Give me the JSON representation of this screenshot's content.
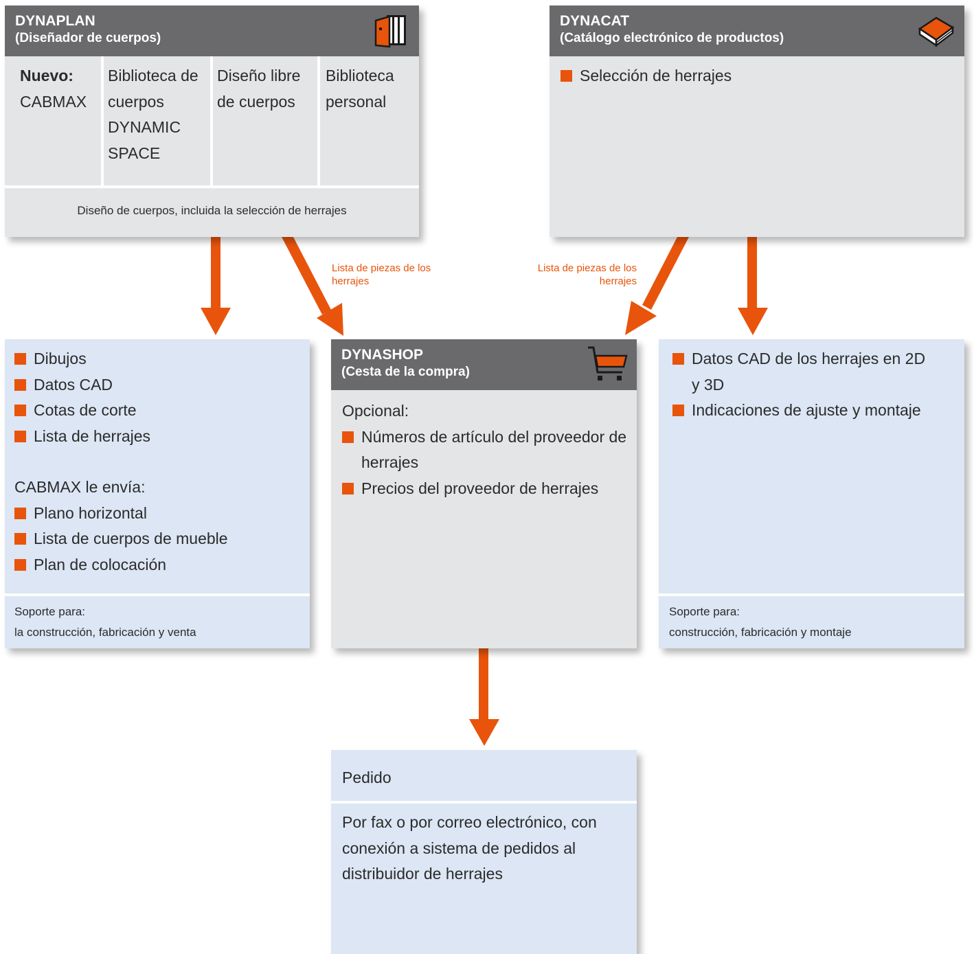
{
  "colors": {
    "accent": "#e8540c",
    "header_bg": "#6a6a6c",
    "gray_body": "#e4e5e6",
    "blue_body": "#dce6f4"
  },
  "dynaplan": {
    "title": "DYNAPLAN",
    "subtitle": "(Diseñador de cuerpos)",
    "icon": "book-icon",
    "columns": [
      {
        "bold": "Nuevo:",
        "text": "CABMAX"
      },
      {
        "text": "Biblioteca de cuerpos DYNAMIC SPACE"
      },
      {
        "text": "Diseño libre de cuerpos"
      },
      {
        "text": "Biblioteca personal"
      }
    ],
    "footer": "Diseño de cuerpos, incluida la selección de herrajes"
  },
  "dynacat": {
    "title": "DYNACAT",
    "subtitle": "(Catálogo electrónico de productos)",
    "icon": "catalog-book-icon",
    "items": [
      "Selección de herrajes"
    ]
  },
  "arrow_labels": {
    "left": "Lista de piezas de los herrajes",
    "right": "Lista de piezas de los herrajes"
  },
  "left_box": {
    "items1": [
      "Dibujos",
      "Datos CAD",
      "Cotas de corte",
      "Lista de herrajes"
    ],
    "subheading": "CABMAX le envía:",
    "items2": [
      "Plano horizontal",
      "Lista de cuerpos de mueble",
      "Plan de colocación"
    ],
    "footer_line1": "Soporte para:",
    "footer_line2": "la construcción, fabricación y venta"
  },
  "dynashop": {
    "title": "DYNASHOP",
    "subtitle": "(Cesta de la compra)",
    "icon": "shopping-cart-icon",
    "intro": "Opcional:",
    "items": [
      "Números de artículo del proveedor de herrajes",
      "Precios del proveedor de herrajes"
    ]
  },
  "right_box": {
    "items": [
      "Datos CAD de los herrajes en 2D y 3D",
      "Indicaciones de ajuste y montaje"
    ],
    "footer_line1": "Soporte para:",
    "footer_line2": "construcción, fabricación y montaje"
  },
  "pedido": {
    "title": "Pedido",
    "text": "Por fax o por correo electrónico, con conexión a sistema de pedidos al distribuidor de herrajes"
  }
}
